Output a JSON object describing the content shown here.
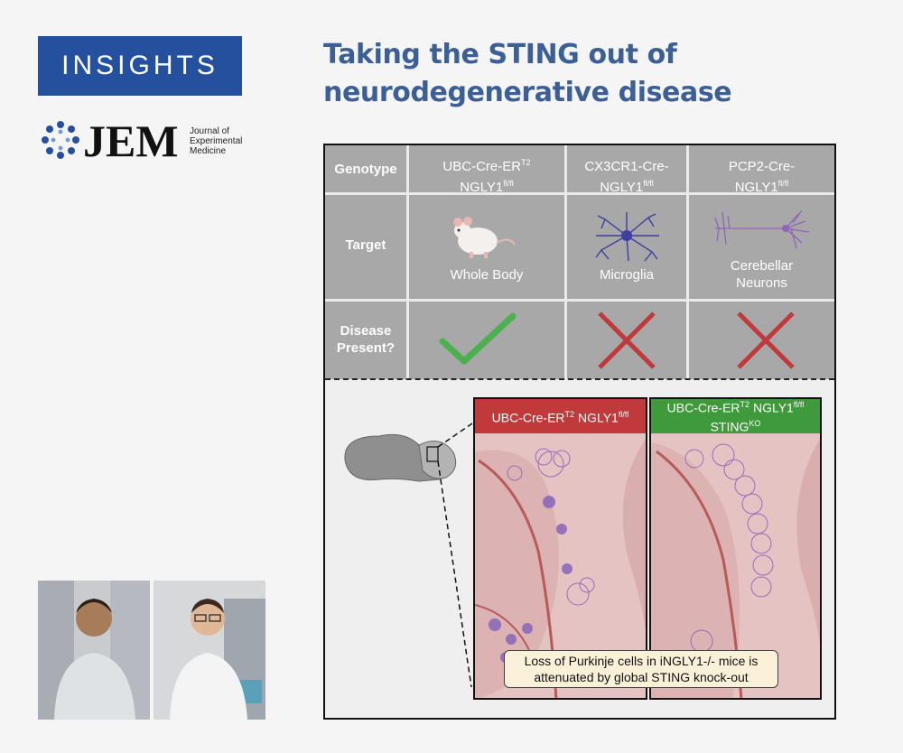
{
  "badge": "INSIGHTS",
  "journal": {
    "abbr": "JEM",
    "name_lines": [
      "Journal of",
      "Experimental",
      "Medicine"
    ]
  },
  "headline": [
    "Taking the STING out of",
    "neurodegenerative disease"
  ],
  "table": {
    "row_headers": {
      "genotype": "Genotype",
      "target": "Target",
      "disease_1": "Disease",
      "disease_2": "Present?"
    },
    "columns": [
      {
        "genotype_line1": "UBC-Cre-ER",
        "genotype_line1_sup": "T2",
        "genotype_line2": "NGLY1",
        "genotype_line2_sup": "fl/fl",
        "target_1": "Whole Body",
        "target_2": "",
        "disease": "check"
      },
      {
        "genotype_line1": "CX3CR1-Cre-",
        "genotype_line1_sup": "",
        "genotype_line2": "NGLY1",
        "genotype_line2_sup": "fl/fl",
        "target_1": "Microglia",
        "target_2": "",
        "disease": "cross"
      },
      {
        "genotype_line1": "PCP2-Cre-",
        "genotype_line1_sup": "",
        "genotype_line2": "NGLY1",
        "genotype_line2_sup": "fl/fl",
        "target_1": "Cerebellar",
        "target_2": "Neurons",
        "disease": "cross"
      }
    ]
  },
  "panels": {
    "left": {
      "label": "UBC-Cre-ER",
      "sup1": "T2",
      "label2": " NGLY1",
      "sup2": "fl/fl",
      "color": "#c0393b"
    },
    "right": {
      "label": "UBC-Cre-ER",
      "sup1": "T2",
      "label2": " NGLY1",
      "sup2": "fl/fl",
      "line2": "STING",
      "sup3": "KO",
      "color": "#3f9a3c"
    }
  },
  "caption": [
    "Loss of Purkinje cells in iNGLY1-/- mice is",
    "attenuated by global STING knock-out"
  ],
  "colors": {
    "brand": "#24509e",
    "headline": "#3c5f95",
    "check": "#4caf50",
    "cross": "#c0393b"
  }
}
